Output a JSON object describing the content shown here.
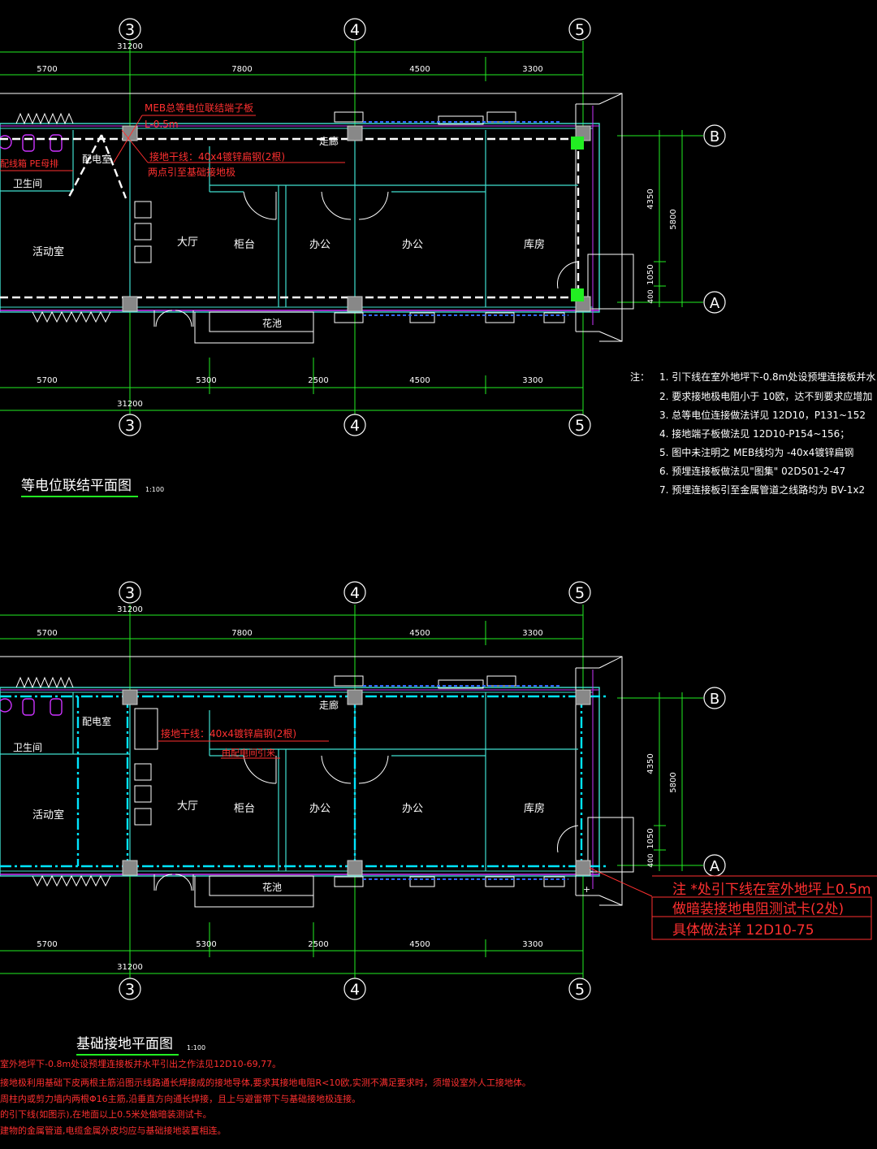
{
  "colors": {
    "background": "#000000",
    "grid_line": "#22ee22",
    "wall": "#40e0d0",
    "outline": "#ffff66",
    "annotation": "#ff3030",
    "text": "#ffffff",
    "ground_conductor": "#00e5ff",
    "purple_line": "#cc33ff",
    "terminal_green": "#22ee22"
  },
  "plans": [
    {
      "title": "等电位联结平面图",
      "scale": "1:100",
      "axes": [
        "3",
        "4",
        "5"
      ],
      "row_axes": [
        "B",
        "A"
      ],
      "top_total": "31200",
      "top_dims": [
        "5700",
        "7800",
        "4500",
        "3300"
      ],
      "bottom_dims": [
        "5700",
        "5300",
        "2500",
        "4500",
        "3300"
      ],
      "bottom_total": "31200",
      "side_dims": [
        "4350",
        "1050",
        "400"
      ],
      "side_total": "5800",
      "rooms": [
        "活动室",
        "大厅",
        "柜台",
        "办公",
        "办公",
        "库房",
        "卫生间",
        "配电室",
        "走廊",
        "花池"
      ],
      "callouts": [
        "MEB总等电位联结端子板",
        "L-0.5m",
        "接地干线：40x4镀锌扁钢(2根)",
        "两点引至基础接地极",
        "配线箱 PE母排"
      ],
      "notes_label": "注：",
      "notes": [
        "1. 引下线在室外地坪下-0.8m处设预埋连接板并水",
        "2. 要求接地极电阻小于 10欧，达不到要求应增加",
        "3. 总等电位连接做法详见 12D10，P131~152",
        "4. 接地端子板做法见 12D10-P154~156；",
        "5. 图中未注明之 MEB线均为 -40x4镀锌扁钢",
        "6. 预埋连接板做法见\"图集\" 02D501-2-47",
        "7. 预埋连接板引至金属管道之线路均为 BV-1x2"
      ]
    },
    {
      "title": "基础接地平面图",
      "scale": "1:100",
      "axes": [
        "3",
        "4",
        "5"
      ],
      "row_axes": [
        "B",
        "A"
      ],
      "top_total": "31200",
      "top_dims": [
        "5700",
        "7800",
        "4500",
        "3300"
      ],
      "bottom_dims": [
        "5700",
        "5300",
        "2500",
        "4500",
        "3300"
      ],
      "bottom_total": "31200",
      "side_dims": [
        "4350",
        "1050",
        "400"
      ],
      "side_total": "5800",
      "rooms": [
        "活动室",
        "大厅",
        "柜台",
        "办公",
        "办公",
        "库房",
        "卫生间",
        "配电室",
        "走廊",
        "花池"
      ],
      "callouts": [
        "接地干线：40x4镀锌扁钢(2根)",
        "由配电间引来"
      ],
      "test_note": [
        "注 *处引下线在室外地坪上0.5m",
        "做暗装接地电阻测试卡(2处)",
        "具体做法详 12D10-75"
      ],
      "notes": [
        "室外地坪下-0.8m处设预埋连接板并水平引出之作法见12D10-69,77。",
        "接地极利用基础下皮两根主筋沿图示线路通长焊接成的接地导体,要求其接地电阻R<10欧,实测不满足要求时，须增设室外人工接地体。",
        "周柱内或剪力墙内两根Φ16主筋,沿垂直方向通长焊接，且上与避雷带下与基础接地极连接。",
        "的引下线(如图示),在地面以上0.5米处做暗装测试卡。",
        "建物的金属管道,电缆金属外皮均应与基础接地装置相连。"
      ]
    }
  ]
}
